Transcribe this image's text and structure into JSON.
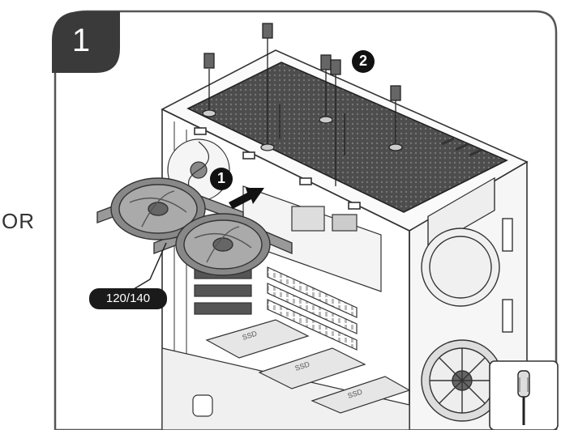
{
  "step": {
    "number": "1"
  },
  "alternative": {
    "label": "OR"
  },
  "fan_size": {
    "label": "120/140"
  },
  "callouts": {
    "slide_in": "1",
    "fasten_screws": "2"
  },
  "tool": {
    "icon": "screwdriver-icon"
  },
  "colors": {
    "badge": "#3a3a3a",
    "line": "#333333",
    "panel_dark": "#4a4a4a",
    "frame_border": "#555555"
  }
}
